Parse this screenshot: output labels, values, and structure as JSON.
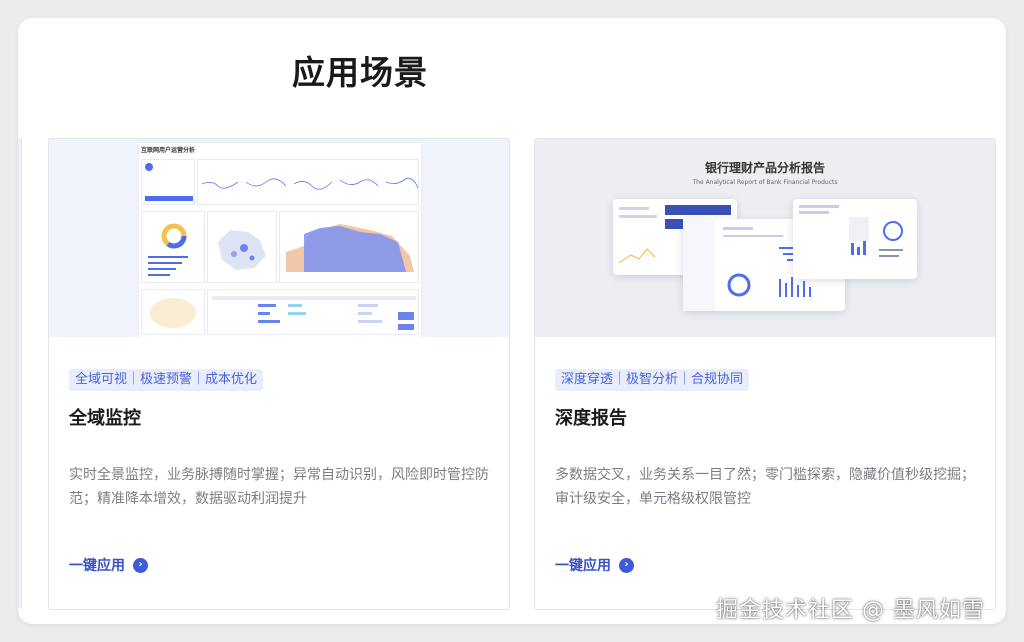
{
  "page": {
    "title": "应用场景"
  },
  "cards": [
    {
      "tags": "全域可视｜极速预警｜成本优化",
      "title": "全域监控",
      "description": "实时全景监控，业务脉搏随时掌握；异常自动识别，风险即时管控防范；精准降本增效，数据驱动利润提升",
      "action": "一键应用",
      "preview": {
        "title": "互联网用户运营分析"
      }
    },
    {
      "tags": "深度穿透｜极智分析｜合规协同",
      "title": "深度报告",
      "description": "多数据交叉，业务关系一目了然；零门槛探索，隐藏价值秒级挖掘；审计级安全，单元格级权限管控",
      "action": "一键应用",
      "preview": {
        "title": "银行理财产品分析报告",
        "subtitle": "The Analytical Report of Bank Financial Products"
      }
    }
  ],
  "watermark": "掘金技术社区 @ 墨风如雪",
  "colors": {
    "accent": "#3d5bd9",
    "tag_bg": "#e9edfb",
    "text_muted": "#7a7d85"
  }
}
